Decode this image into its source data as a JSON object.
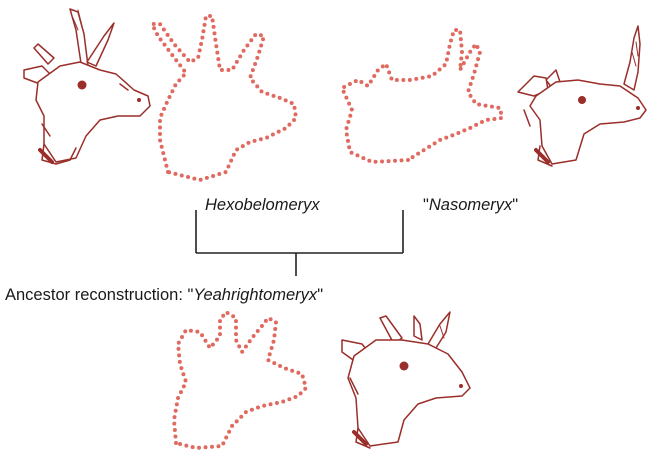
{
  "labels": {
    "hexobelomeryx": "Hexobelomeryx",
    "nasomeryx_open_quote": "\"",
    "nasomeryx": "Nasomeryx",
    "nasomeryx_close_quote": "\"",
    "ancestor_prefix": "Ancestor reconstruction: \"",
    "ancestor_name": "Yeahrightomeryx",
    "ancestor_suffix": "\""
  },
  "colors": {
    "outline_dots": "#e06a60",
    "sketch_line": "#9a2e2a",
    "sketch_fill": "#ffffff",
    "tree_line": "#222222",
    "text": "#1a1a1a"
  },
  "icons": {
    "hexobelomeryx_sketch": "antelope-head-four-horns-sketch",
    "hexobelomeryx_outline": "dotted-head-outline",
    "nasomeryx_outline": "dotted-head-outline",
    "nasomeryx_sketch": "antelope-head-nose-horn-sketch",
    "ancestor_outline": "dotted-head-outline",
    "ancestor_sketch": "antelope-head-three-horns-sketch"
  }
}
